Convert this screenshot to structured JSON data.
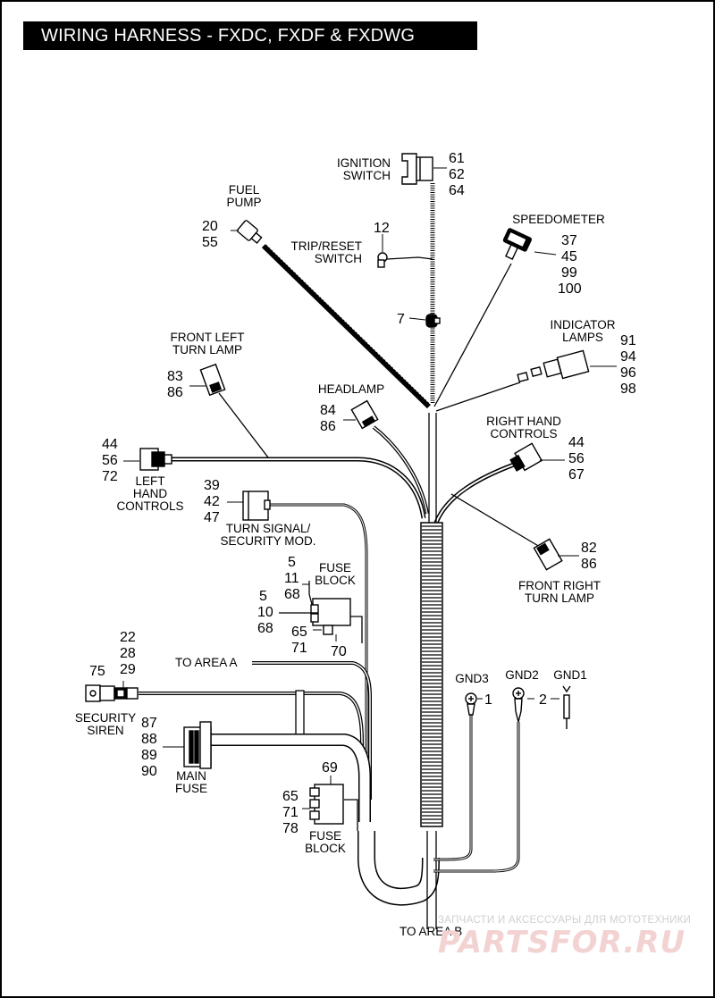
{
  "title": "WIRING HARNESS - FXDC, FXDF & FXDWG",
  "components": {
    "ignition_switch": {
      "label": [
        "IGNITION",
        "SWITCH"
      ],
      "refs": [
        "61",
        "62",
        "64"
      ]
    },
    "fuel_pump": {
      "label": [
        "FUEL",
        "PUMP"
      ],
      "refs": [
        "20",
        "55"
      ]
    },
    "trip_reset_switch": {
      "label": [
        "TRIP/RESET",
        "SWITCH"
      ],
      "refs": [
        "12"
      ]
    },
    "speedometer": {
      "label": [
        "SPEEDOMETER"
      ],
      "refs": [
        "37",
        "45",
        "99",
        "100"
      ]
    },
    "clip": {
      "refs": [
        "7"
      ]
    },
    "indicator_lamps": {
      "label": [
        "INDICATOR",
        "LAMPS"
      ],
      "refs": [
        "91",
        "94",
        "96",
        "98"
      ]
    },
    "front_left_turn_lamp": {
      "label": [
        "FRONT LEFT",
        "TURN LAMP"
      ],
      "refs": [
        "83",
        "86"
      ]
    },
    "headlamp": {
      "label": [
        "HEADLAMP"
      ],
      "refs": [
        "84",
        "86"
      ]
    },
    "right_hand_controls": {
      "label": [
        "RIGHT HAND",
        "CONTROLS"
      ],
      "refs": [
        "44",
        "56",
        "67"
      ]
    },
    "left_hand_controls": {
      "label": [
        "LEFT",
        "HAND",
        "CONTROLS"
      ],
      "refs": [
        "44",
        "56",
        "72"
      ]
    },
    "turn_signal_security_module": {
      "label": [
        "TURN SIGNAL/",
        "SECURITY MOD."
      ],
      "refs": [
        "39",
        "42",
        "47"
      ]
    },
    "front_right_turn_lamp": {
      "label": [
        "FRONT RIGHT",
        "TURN LAMP"
      ],
      "refs": [
        "82",
        "86"
      ]
    },
    "fuse_block_upper": {
      "label": [
        "FUSE",
        "BLOCK"
      ],
      "refs_top": [
        "5",
        "11",
        "68"
      ],
      "refs_left": [
        "5",
        "10",
        "68"
      ],
      "refs_bottom": [
        "65",
        "71"
      ],
      "ref_right": "70"
    },
    "to_area_a": "TO AREA A",
    "security_siren": {
      "label": [
        "SECURITY",
        "SIREN"
      ],
      "refs_top": [
        "22",
        "28",
        "29"
      ],
      "ref_left": "75"
    },
    "ground_studs": {
      "labels": [
        "GND3",
        "GND2",
        "GND1"
      ],
      "refs": [
        "1",
        "2"
      ]
    },
    "main_fuse": {
      "label": [
        "MAIN",
        "FUSE"
      ],
      "refs": [
        "87",
        "88",
        "89",
        "90"
      ]
    },
    "fuse_block_lower": {
      "label": [
        "FUSE",
        "BLOCK"
      ],
      "ref_top": "69",
      "refs_left": [
        "65",
        "71",
        "78"
      ]
    },
    "to_area_b": "TO AREA B"
  },
  "watermark": {
    "line1": "ЗАПЧАСТИ И АКСЕССУАРЫ ДЛЯ МОТОТЕХНИКИ",
    "line2": "PARTSFOR.RU"
  }
}
